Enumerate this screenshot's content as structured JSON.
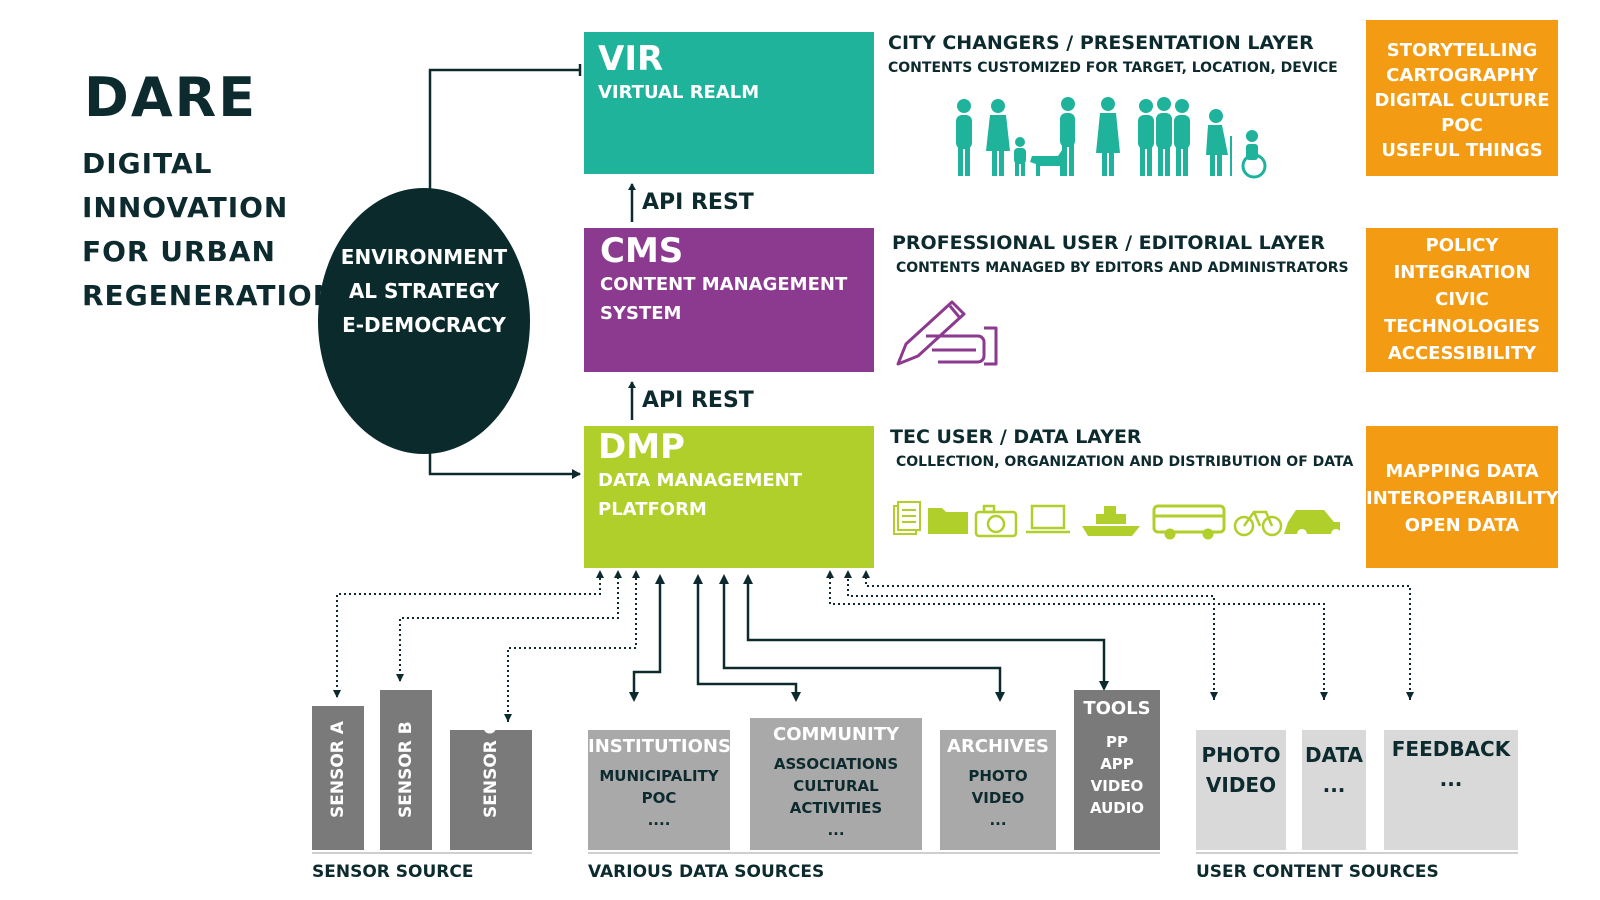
{
  "header": {
    "title": "DARE",
    "subtitle_lines": [
      "DIGITAL",
      "INNOVATION",
      "FOR URBAN",
      "REGENERATION"
    ]
  },
  "strategy": {
    "lines": [
      "ENVIRONMENT",
      "AL STRATEGY",
      "E-DEMOCRACY"
    ]
  },
  "layers": {
    "vir": {
      "short": "VIR",
      "long": "VIRTUAL REALM",
      "title": "CITY CHANGERS / PRESENTATION LAYER",
      "desc": "CONTENTS CUSTOMIZED FOR TARGET, LOCATION, DEVICE",
      "tags": [
        "STORYTELLING",
        "CARTOGRAPHY",
        "DIGITAL CULTURE",
        "POC",
        "USEFUL THINGS"
      ]
    },
    "cms": {
      "short": "CMS",
      "long_1": "CONTENT MANAGEMENT",
      "long_2": "SYSTEM",
      "title": "PROFESSIONAL USER / EDITORIAL LAYER",
      "desc": "CONTENTS MANAGED BY EDITORS AND ADMINISTRATORS",
      "tags": [
        "POLICY",
        "INTEGRATION",
        "CIVIC",
        "TECHNOLOGIES",
        "ACCESSIBILITY"
      ]
    },
    "dmp": {
      "short": "DMP",
      "long_1": "DATA MANAGEMENT",
      "long_2": "PLATFORM",
      "title": "TEC USER / DATA LAYER",
      "desc": "COLLECTION, ORGANIZATION AND DISTRIBUTION OF DATA",
      "tags": [
        "MAPPING DATA",
        "INTEROPERABILITY",
        "OPEN DATA"
      ]
    }
  },
  "api": {
    "upper": "API REST",
    "lower": "API REST"
  },
  "sensors": [
    "SENSOR A",
    "SENSOR B",
    "SENSOR C"
  ],
  "sources": {
    "institutions": {
      "title": "INSTITUTIONS",
      "lines": [
        "MUNICIPALITY",
        "POC",
        "...."
      ]
    },
    "community": {
      "title": "COMMUNITY",
      "lines": [
        "ASSOCIATIONS",
        "CULTURAL",
        "ACTIVITIES",
        "..."
      ]
    },
    "archives": {
      "title": "ARCHIVES",
      "lines": [
        "PHOTO",
        "VIDEO",
        "..."
      ]
    },
    "tools": {
      "title": "TOOLS",
      "lines": [
        "PP",
        "APP",
        "VIDEO",
        "AUDIO"
      ]
    },
    "photo": {
      "lines": [
        "PHOTO",
        "VIDEO"
      ]
    },
    "data": {
      "lines": [
        "DATA",
        "..."
      ]
    },
    "feedback": {
      "lines": [
        "FEEDBACK",
        "..."
      ]
    }
  },
  "footers": {
    "sensor": "SENSOR SOURCE",
    "various": "VARIOUS DATA SOURCES",
    "user": "USER CONTENT SOURCES"
  },
  "colors": {
    "vir": "#1fb39c",
    "cms": "#8b3a8f",
    "dmp": "#b0cf2b",
    "orange": "#f39b12",
    "dark": "#0b2a2c"
  },
  "icons": {
    "vir_row": [
      "person-icon",
      "person-icon",
      "child-icon",
      "person-with-dog-icon",
      "person-icon",
      "group-icon",
      "elderly-icon",
      "wheelchair-icon"
    ],
    "cms_row": [
      "hand-writing-icon"
    ],
    "dmp_row": [
      "documents-icon",
      "folder-icon",
      "camera-icon",
      "laptop-icon",
      "ship-icon",
      "bus-icon",
      "bicycle-icon",
      "car-icon"
    ]
  }
}
